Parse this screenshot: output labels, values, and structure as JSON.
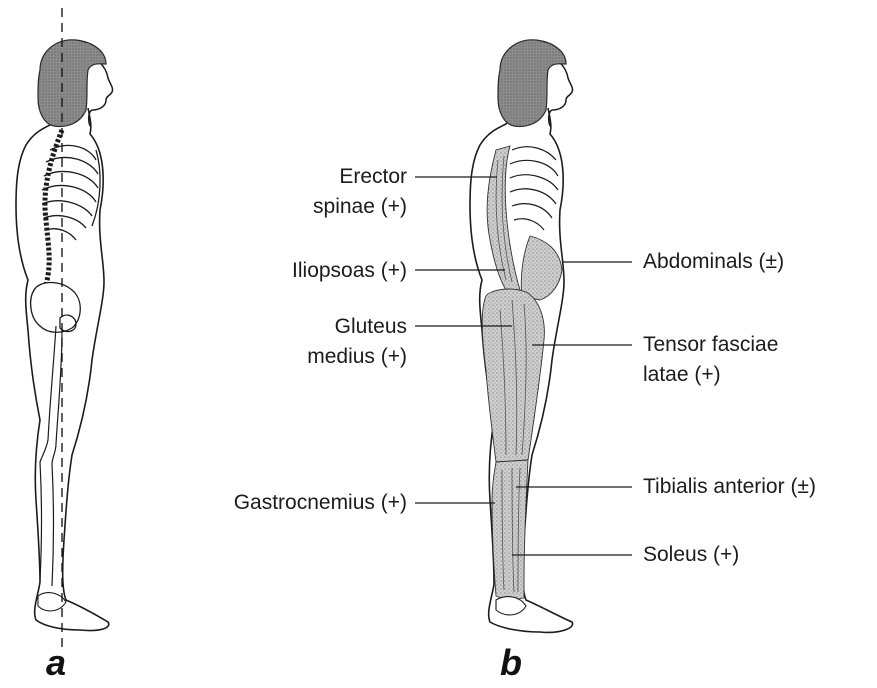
{
  "figure": {
    "panels": [
      {
        "id": "a",
        "letter": "a"
      },
      {
        "id": "b",
        "letter": "b"
      }
    ],
    "labels_left": [
      {
        "key": "erector",
        "lines": [
          "Erector",
          "spinae (+)"
        ]
      },
      {
        "key": "iliopsoas",
        "lines": [
          "Iliopsoas (+)"
        ]
      },
      {
        "key": "gluteus",
        "lines": [
          "Gluteus",
          "medius (+)"
        ]
      },
      {
        "key": "gastrocnemius",
        "lines": [
          "Gastrocnemius (+)"
        ]
      }
    ],
    "labels_right": [
      {
        "key": "abdominals",
        "lines": [
          "Abdominals (±)"
        ]
      },
      {
        "key": "tensor",
        "lines": [
          "Tensor fasciae",
          "latae (+)"
        ]
      },
      {
        "key": "tibialis",
        "lines": [
          "Tibialis anterior (±)"
        ]
      },
      {
        "key": "soleus",
        "lines": [
          "Soleus (+)"
        ]
      }
    ]
  },
  "colors": {
    "ink": "#1c1c1c",
    "hair": "#7a7a7a",
    "muscle_shading": "#b4b4b4",
    "background": "#ffffff"
  }
}
